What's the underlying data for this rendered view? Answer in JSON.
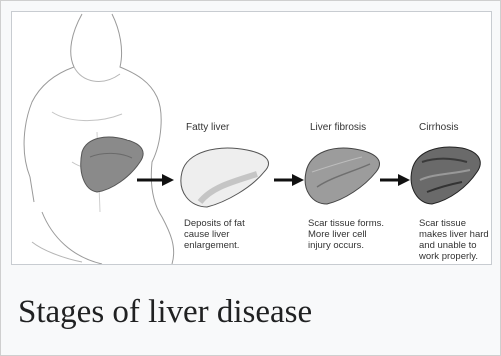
{
  "figure": {
    "stages": [
      {
        "title": "Fatty liver",
        "description": "Deposits of fat\ncause liver\nenlargement."
      },
      {
        "title": "Liver fibrosis",
        "description": "Scar tissue forms.\nMore liver cell\ninjury occurs."
      },
      {
        "title": "Cirrhosis",
        "description": "Scar tissue\nmakes liver hard\nand unable to\nwork properly."
      }
    ]
  },
  "caption": "Stages of liver disease"
}
